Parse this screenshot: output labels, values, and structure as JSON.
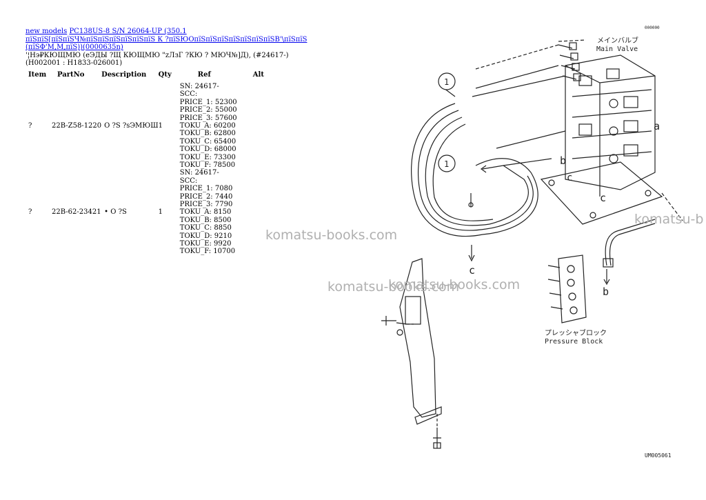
{
  "breadcrumb": {
    "link1": "new models",
    "link2": "PC138US-8 S/N 26064-UP (350.1 пїЅпїЅ[пїЅпїЅЧ№пїЅпїЅпїЅпїЅпїЅпїЅ К ?пїЅЮОпїЅпїЅпїЅпїЅпїЅпїЅпїЅВ'\\пїЅпїЅ (пїЅФ'М,М,пїЅ))(0000635n)"
  },
  "subtitle": "'¦Нэ₽КЮЩМЮ (еЭДЫ ?Щ КЮЩМЮ \"zЛзГ ?КЮ ? МЮЧ№]Д), (#24617-)(H002001 : H1833-026001)",
  "table": {
    "headers": {
      "item": "Item",
      "part": "PartNo",
      "desc": "Description",
      "qty": "Qty",
      "ref": "Ref",
      "alt": "Alt"
    },
    "rows": [
      {
        "item": "?",
        "part": "22B-Z58-1220",
        "desc": "О ?S ?sЭМЮШ",
        "qty": "1",
        "ref": [
          "SN: 24617-",
          "SCC:",
          "PRICE_1: 52300",
          "PRICE_2: 55000",
          "PRICE_3: 57600",
          "TOKU_A: 60200",
          "TOKU_B: 62800",
          "TOKU_C: 65400",
          "TOKU_D: 68000",
          "TOKU_E: 73300",
          "TOKU_F: 78500"
        ]
      },
      {
        "item": "?",
        "part": "22B-62-23421",
        "desc": "• О ?S",
        "qty": "1",
        "ref": [
          "SN: 24617-",
          "SCC:",
          "PRICE_1: 7080",
          "PRICE_2: 7440",
          "PRICE_3: 7790",
          "TOKU_A: 8150",
          "TOKU_B: 8500",
          "TOKU_C: 8850",
          "TOKU_D: 9210",
          "TOKU_E: 9920",
          "TOKU_F: 10700"
        ]
      }
    ]
  },
  "watermarks": {
    "w1": "komatsu-books.com",
    "w2": "komatsu-books.com",
    "w3": "komatsu-books.com",
    "w4": "komatsu-b"
  },
  "diagram": {
    "main_valve_jp": "メインバルブ",
    "main_valve_en": "Main Valve",
    "pressure_block_jp": "プレッシャブロック",
    "pressure_block_en": "Pressure Block",
    "callout1": "1",
    "callout2": "1",
    "label_a": "a",
    "label_b": "b",
    "label_b2": "b",
    "label_c": "c",
    "label_c2": "c",
    "label_c3": "c",
    "fig_code": "UM005061",
    "corner_code": "000000"
  }
}
